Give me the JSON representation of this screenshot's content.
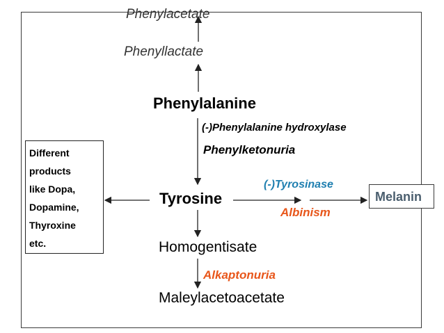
{
  "labels": {
    "phenylacetate": "Phenylacetate",
    "phenyllactate": "Phenyllactate",
    "phenylalanine": "Phenylalanine",
    "pah": "(-)Phenylalanine hydroxylase",
    "pku": "Phenylketonuria",
    "tyrosine": "Tyrosine",
    "tyrosinase": "(-)Tyrosinase",
    "albinism": "Albinism",
    "melanin": "Melanin",
    "homogentisate": "Homogentisate",
    "alkaptonuria": "Alkaptonuria",
    "maleylacetoacetate": "Maleylacetoacetate"
  },
  "products_box": {
    "line1": "Different",
    "line2": "products",
    "line3": "like Dopa,",
    "line4": "Dopamine,",
    "line5": "Thyroxine",
    "line6": "etc."
  },
  "colors": {
    "disease": "#e8561a",
    "enzyme_blue": "#1f7fb0",
    "melanin": "#4a5e6e"
  }
}
